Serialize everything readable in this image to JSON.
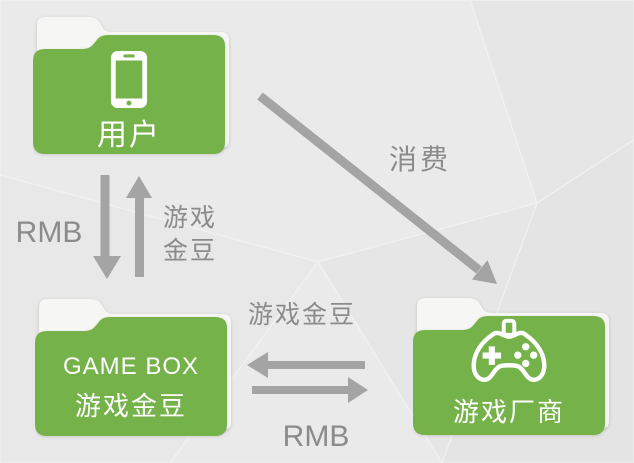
{
  "colors": {
    "background": "#e8e8e8",
    "folder_green": "#75b24a",
    "folder_back_white": "#f6f6f4",
    "arrow_gray": "#a4a4a4",
    "edge_label_gray": "#8b8b8b",
    "node_text_white": "#ffffff"
  },
  "nodes": {
    "user": {
      "title": "用户",
      "icon": "smartphone-icon"
    },
    "gamebox": {
      "title_en": "GAME BOX",
      "title_zh": "游戏金豆"
    },
    "vendor": {
      "title": "游戏厂商",
      "icon": "gamepad-icon"
    }
  },
  "edges": {
    "user_to_vendor": {
      "from": "user",
      "to": "vendor",
      "label": "消费"
    },
    "user_to_gamebox": {
      "from": "user",
      "to": "gamebox",
      "label": "RMB"
    },
    "gamebox_to_user": {
      "from": "gamebox",
      "to": "user",
      "label": "游戏金豆",
      "label_line1": "游戏",
      "label_line2": "金豆"
    },
    "vendor_to_gamebox": {
      "from": "vendor",
      "to": "gamebox",
      "label": "游戏金豆"
    },
    "gamebox_to_vendor": {
      "from": "gamebox",
      "to": "vendor",
      "label": "RMB"
    }
  }
}
